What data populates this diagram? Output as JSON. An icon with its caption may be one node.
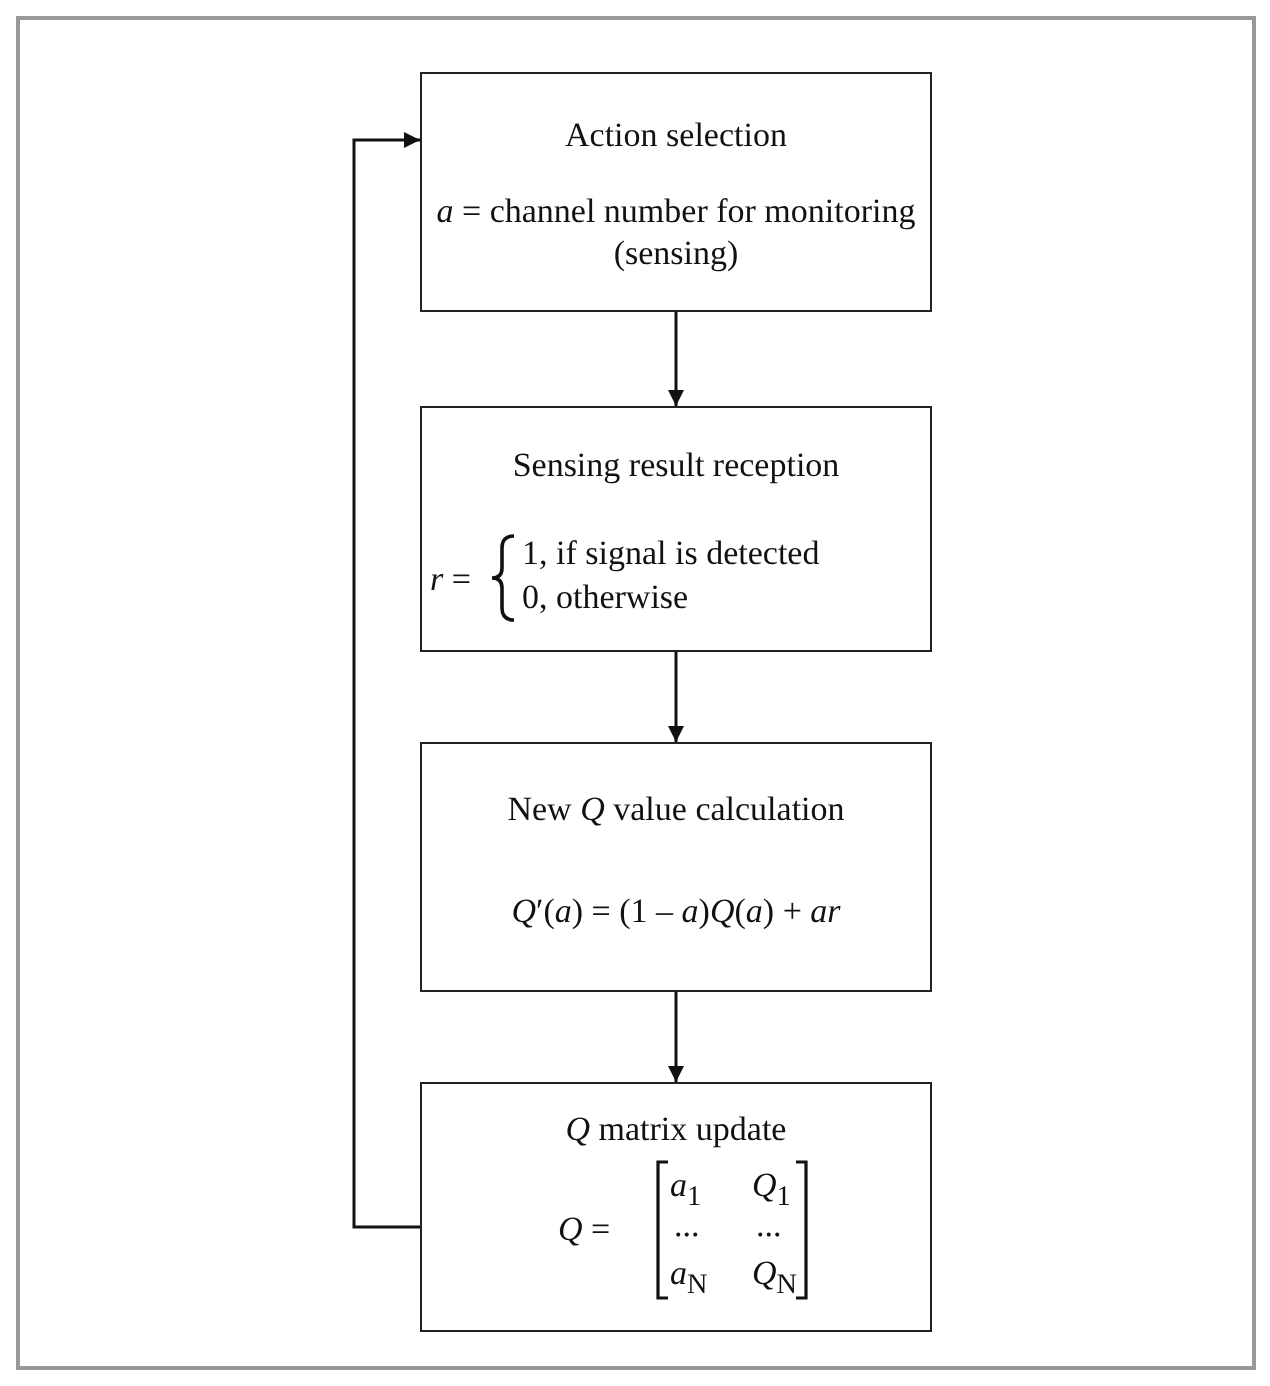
{
  "diagram": {
    "nodes": [
      {
        "text": [
          "Action selection",
          "*a* = channel number for monitoring (sensing)"
        ]
      },
      {
        "text": [
          "Sensing result reception",
          "*r* =",
          "1, if signal is detected",
          "0, otherwise"
        ]
      },
      {
        "text": [
          "New *Q* value calculation",
          "*Q*′(*a*) = (1 – *a*)*Q*(*a*) + *ar*"
        ]
      },
      {
        "text": [
          "*Q* matrix update",
          "*Q* =",
          "*a*$_{1}$",
          "*Q*$_{1}$",
          "...",
          "...",
          "*a*$_{N}$",
          "*Q*$_{N}$"
        ]
      }
    ],
    "edges": [
      {
        "from": 0,
        "to": 1,
        "arrow": "to"
      },
      {
        "from": 1,
        "to": 2,
        "arrow": "to"
      },
      {
        "from": 2,
        "to": 3,
        "arrow": "to"
      },
      {
        "from": 3,
        "to": 0,
        "arrow": "to"
      }
    ]
  }
}
